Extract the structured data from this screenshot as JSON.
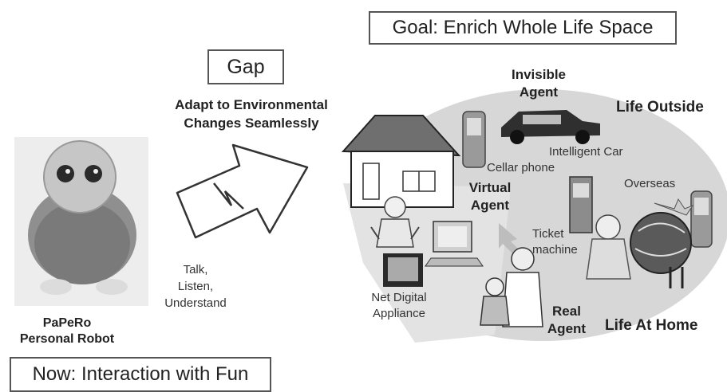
{
  "goal_box": "Goal: Enrich Whole Life Space",
  "now_box": "Now: Interaction with Fun",
  "gap_box": "Gap",
  "adapt_text": [
    "Adapt to Environmental",
    "Changes Seamlessly"
  ],
  "robot_caption": [
    "PaPeRo",
    "Personal Robot"
  ],
  "talk_text": [
    "Talk,",
    "Listen,",
    "Understand"
  ],
  "invisible_agent": [
    "Invisible",
    "Agent"
  ],
  "life_outside": "Life Outside",
  "intelligent_car": "Intelligent Car",
  "cellar_phone": "Cellar phone",
  "overseas": "Overseas",
  "virtual_agent": [
    "Virtual",
    "Agent"
  ],
  "ticket_machine": [
    "Ticket",
    "machine"
  ],
  "net_digital": [
    "Net Digital",
    "Appliance"
  ],
  "real_agent": [
    "Real",
    "Agent"
  ],
  "life_at_home": "Life At Home"
}
